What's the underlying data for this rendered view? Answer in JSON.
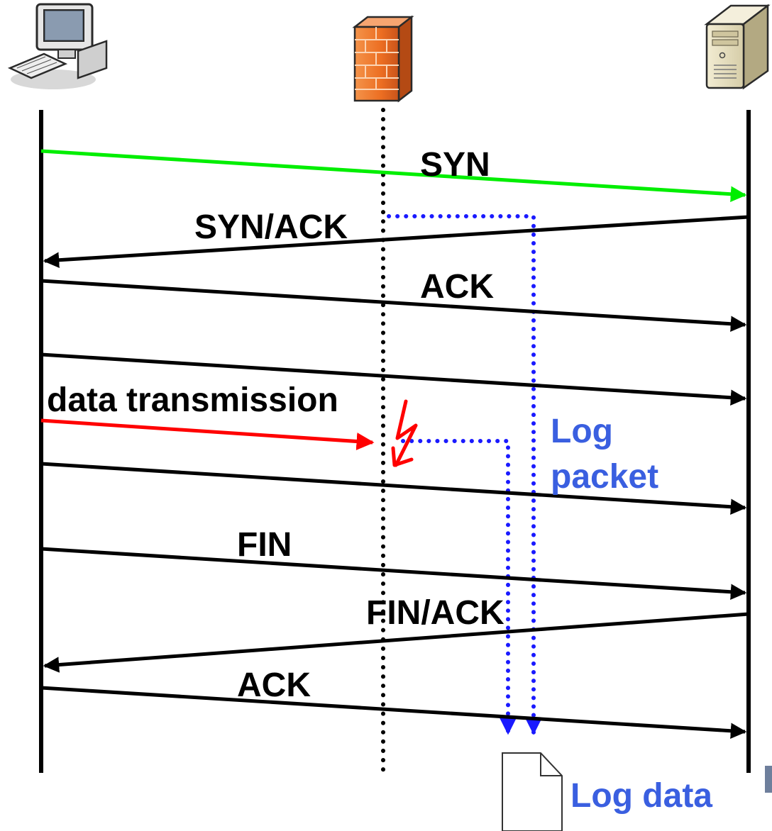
{
  "nodes": {
    "client": "client-computer-icon",
    "firewall": "firewall-icon",
    "server": "server-icon"
  },
  "messages": {
    "syn": "SYN",
    "syn_ack": "SYN/ACK",
    "ack": "ACK",
    "data_transmission": "data transmission",
    "fin": "FIN",
    "fin_ack": "FIN/ACK",
    "ack_final": "ACK"
  },
  "annotations": {
    "log_packet_line1": "Log",
    "log_packet_line2": "packet",
    "log_data": "Log data"
  },
  "colors": {
    "syn_arrow": "#00ee00",
    "blocked_arrow": "#ff0000",
    "log_path": "#1a1aff",
    "log_text": "#3a5fe0",
    "firewall": "#f07a2a"
  }
}
